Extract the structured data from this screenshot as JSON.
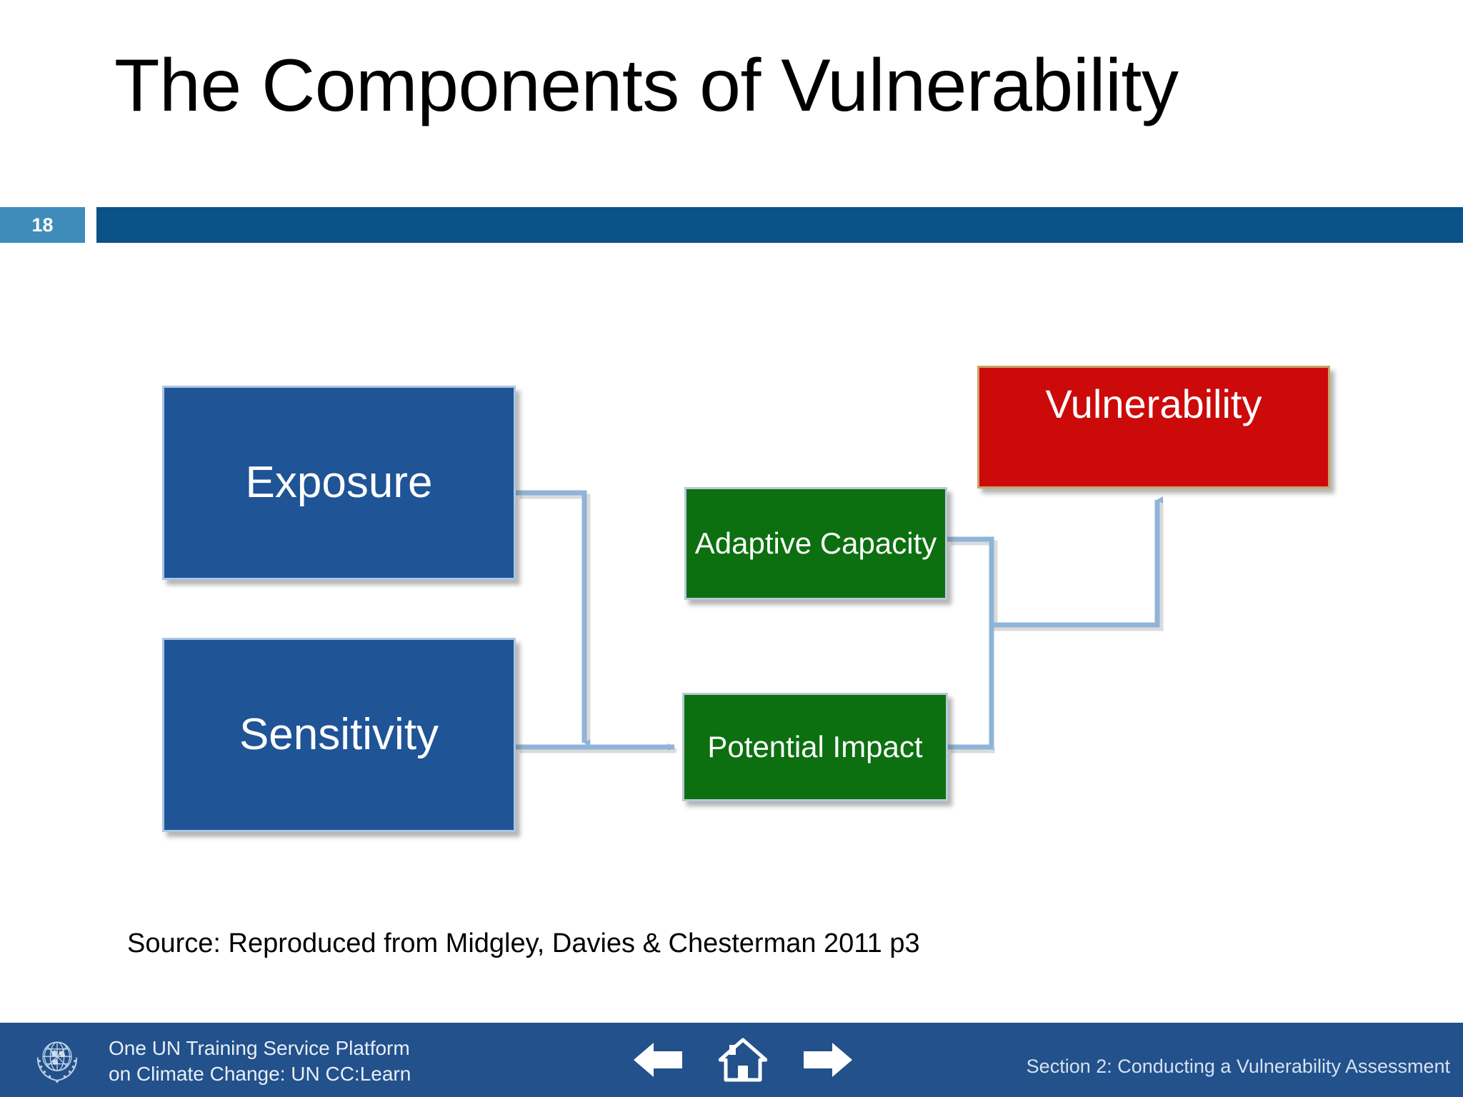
{
  "slide": {
    "title": "The Components of Vulnerability",
    "page_number": "18",
    "source_caption": "Source: Reproduced from Midgley, Davies & Chesterman 2011 p3"
  },
  "colors": {
    "header_bar": "#0a5288",
    "page_badge": "#3f8cba",
    "footer_bar": "#22518c",
    "node_blue": "#1f5496",
    "node_green": "#0d7010",
    "node_red": "#cc0a0a",
    "connector": "#8fb4d9",
    "title_text": "#000000"
  },
  "diagram": {
    "type": "flow-diagram",
    "nodes": [
      {
        "id": "exposure",
        "label": "Exposure",
        "color": "blue"
      },
      {
        "id": "sensitivity",
        "label": "Sensitivity",
        "color": "blue"
      },
      {
        "id": "adaptive",
        "label": "Adaptive Capacity",
        "color": "green"
      },
      {
        "id": "impact",
        "label": "Potential Impact",
        "color": "green"
      },
      {
        "id": "vulnerability",
        "label": "Vulnerability",
        "color": "red"
      }
    ],
    "edges": [
      {
        "from": "exposure",
        "to": "impact",
        "style": "elbow-arrow"
      },
      {
        "from": "sensitivity",
        "to": "impact",
        "style": "straight-arrow"
      },
      {
        "from": "adaptive",
        "to": "vulnerability",
        "style": "elbow-arrow"
      },
      {
        "from": "impact",
        "to": "vulnerability",
        "style": "elbow-arrow"
      }
    ]
  },
  "footer": {
    "brand_line1": "One UN Training Service Platform",
    "brand_line2": "on Climate Change: UN CC:Learn",
    "section_label": "Section 2: Conducting a Vulnerability Assessment",
    "nav": {
      "previous": "previous-slide",
      "home": "home",
      "next": "next-slide"
    }
  }
}
